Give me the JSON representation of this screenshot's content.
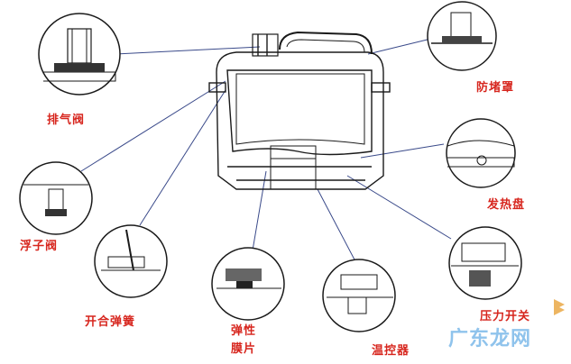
{
  "labels": {
    "exhaust_valve": "排气阀",
    "anti_block_cover": "防堵罩",
    "float_valve": "浮子阀",
    "heating_plate": "发热盘",
    "latch_spring": "开合弹簧",
    "elastic_membrane_line1": "弹性",
    "elastic_membrane_line2": "膜片",
    "thermostat": "温控器",
    "pressure_switch": "压力开关"
  },
  "watermark": "广东龙网",
  "colors": {
    "label": "#d7261e",
    "line": "#3a4a8a",
    "drawing": "#1a1a1a",
    "watermark": "#8fc3ec"
  }
}
